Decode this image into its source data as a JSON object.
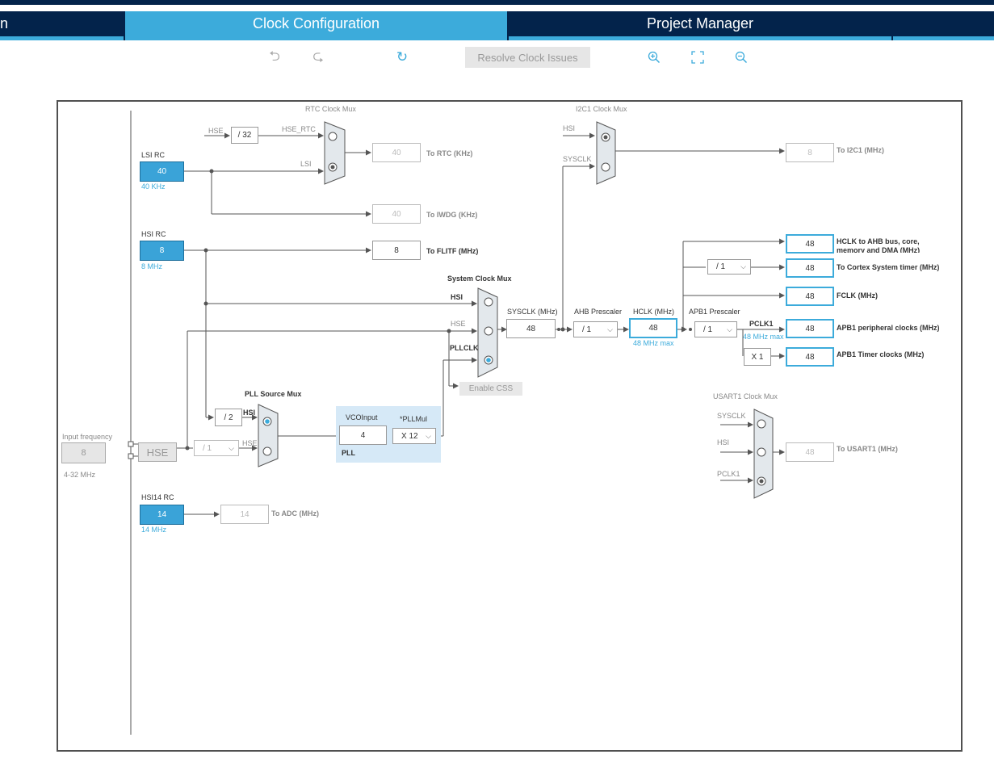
{
  "tabs": {
    "partial": "n",
    "clock": "Clock Configuration",
    "project": "Project Manager"
  },
  "toolbar": {
    "resolve": "Resolve Clock Issues"
  },
  "titles": {
    "rtc_mux": "RTC Clock Mux",
    "i2c_mux": "I2C1 Clock Mux",
    "sys_mux": "System Clock Mux",
    "pll_mux": "PLL  Source Mux",
    "usart_mux": "USART1 Clock Mux"
  },
  "lsi": {
    "label": "LSI RC",
    "value": "40",
    "freq": "40 KHz"
  },
  "hsi": {
    "label": "HSI RC",
    "value": "8",
    "freq": "8 MHz"
  },
  "hsi14": {
    "label": "HSI14 RC",
    "value": "14",
    "freq": "14 MHz"
  },
  "hse": {
    "label": "HSE",
    "input_label": "Input frequency",
    "input_value": "8",
    "range": "4-32 MHz"
  },
  "rtc": {
    "hse_label": "HSE",
    "div": "/ 32",
    "hse_rtc": "HSE_RTC",
    "lsi_label": "LSI",
    "out": "40",
    "out_label": "To RTC (KHz)"
  },
  "iwdg": {
    "out": "40",
    "out_label": "To IWDG (KHz)"
  },
  "flitf": {
    "out": "8",
    "out_label": "To FLITF (MHz)"
  },
  "i2c": {
    "hsi": "HSI",
    "sysclk": "SYSCLK",
    "out": "8",
    "out_label": "To I2C1 (MHz)"
  },
  "sys": {
    "hsi": "HSI",
    "hse": "HSE",
    "pllclk": "PLLCLK",
    "css": "Enable CSS",
    "sysclk_label": "SYSCLK (MHz)",
    "sysclk": "48"
  },
  "ahb": {
    "label": "AHB Prescaler",
    "value": "/ 1",
    "hclk_label": "HCLK (MHz)",
    "hclk": "48",
    "max": "48 MHz max"
  },
  "apb1": {
    "label": "APB1 Prescaler",
    "value": "/ 1",
    "pclk1": "PCLK1",
    "max": "48 MHz max",
    "x1": "X 1"
  },
  "cortex": {
    "div": "/ 1"
  },
  "outputs": {
    "hclk": "48",
    "hclk_label": "HCLK to AHB bus, core,",
    "hclk_label2": "memory and DMA (MHz)",
    "cortex": "48",
    "cortex_label": "To Cortex System timer (MHz)",
    "fclk": "48",
    "fclk_label": "FCLK (MHz)",
    "apb1p": "48",
    "apb1p_label": "APB1 peripheral clocks (MHz)",
    "apb1t": "48",
    "apb1t_label": "APB1 Timer clocks (MHz)"
  },
  "pll": {
    "div2": "/ 2",
    "hsi": "HSI",
    "hse": "HSE",
    "prediv": "/ 1",
    "vco_label": "VCOInput",
    "vco": "4",
    "mul_label": "*PLLMul",
    "mul": "X 12",
    "name": "PLL"
  },
  "usart": {
    "sysclk": "SYSCLK",
    "hsi": "HSI",
    "pclk1": "PCLK1",
    "out": "48",
    "out_label": "To USART1 (MHz)"
  },
  "adc": {
    "out": "14",
    "out_label": "To ADC (MHz)"
  }
}
